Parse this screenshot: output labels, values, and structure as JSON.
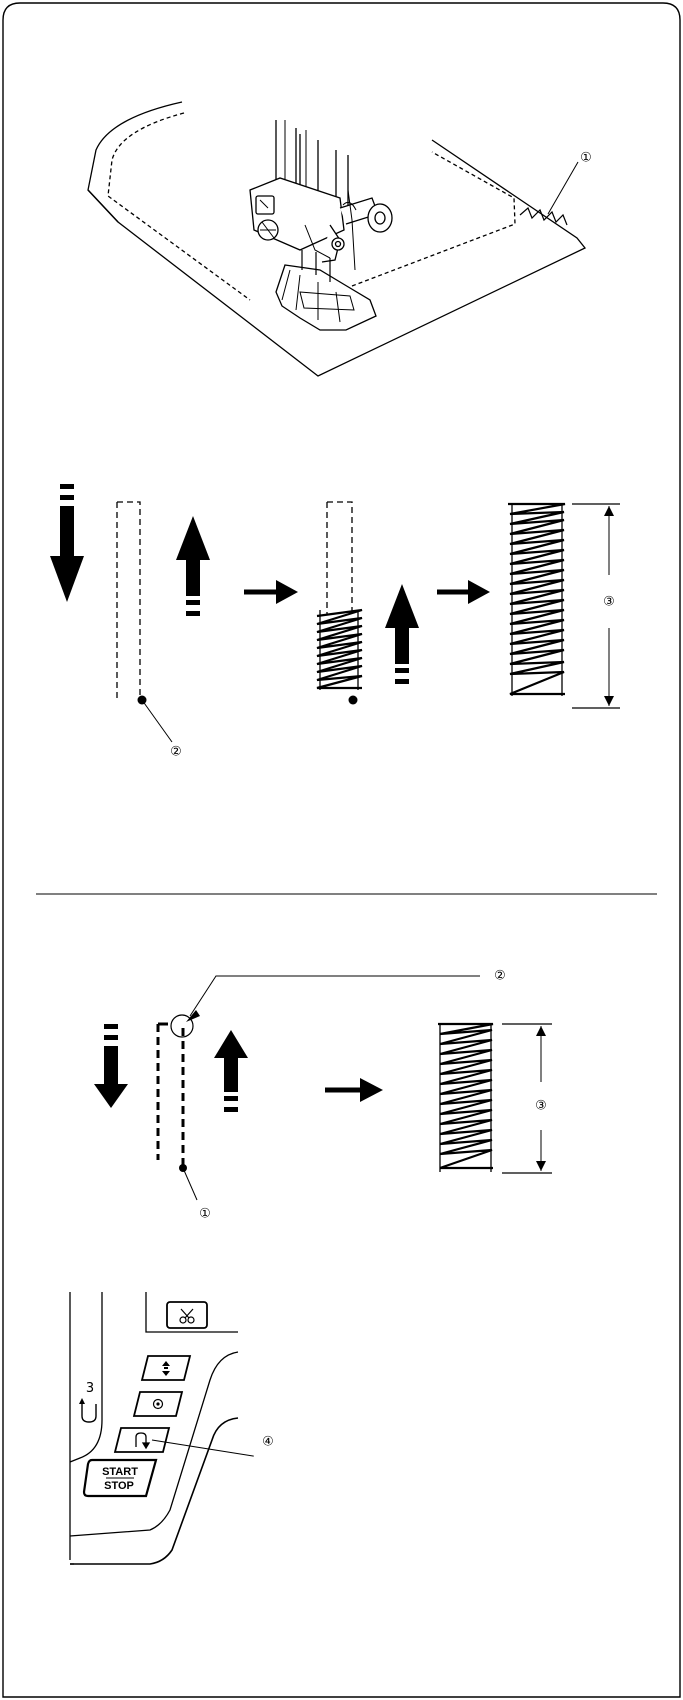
{
  "callouts": {
    "fig1_c1": "①",
    "fig2_c2": "②",
    "fig2_c3": "③",
    "fig3_c2": "②",
    "fig3_c1": "①",
    "fig3_c3": "③",
    "fig4_c3": "3",
    "fig4_c4": "④"
  },
  "panel": {
    "start_stop_top": "START",
    "start_stop_bottom": "STOP"
  },
  "icons": [
    "scissors-icon",
    "needle-up-down-icon",
    "lock-stitch-icon",
    "reverse-icon",
    "auto-lock-icon"
  ]
}
